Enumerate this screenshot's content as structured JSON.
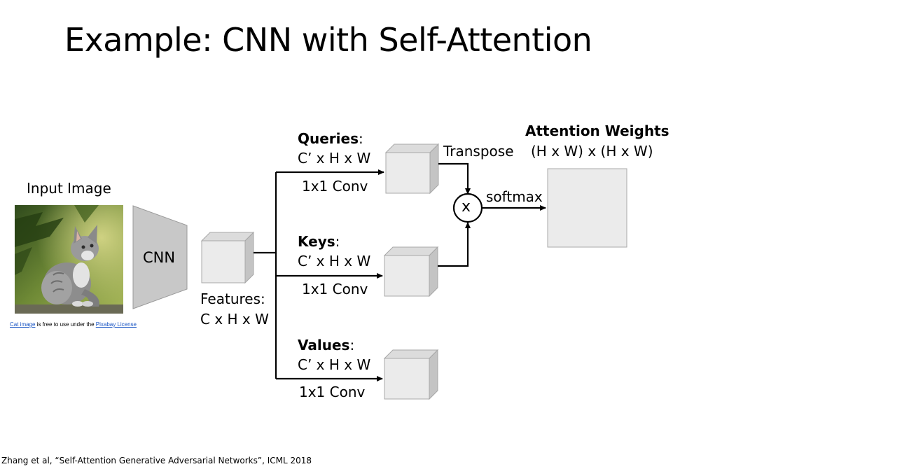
{
  "title": "Example: CNN with Self-Attention",
  "input": {
    "label": "Input Image",
    "credit_link": "Cat image",
    "credit_middle": " is free to use under the ",
    "credit_license": "Pixabay License"
  },
  "cnn": {
    "label": "CNN"
  },
  "features": {
    "line1": "Features:",
    "line2": "C x H x W"
  },
  "queries": {
    "name": "Queries",
    "colon": ":",
    "dims": "C’ x H x W",
    "conv": "1x1 Conv"
  },
  "keys": {
    "name": "Keys",
    "colon": ":",
    "dims": "C’ x H x W",
    "conv": "1x1 Conv"
  },
  "values": {
    "name": "Values",
    "colon": ":",
    "dims": "C’ x H x W",
    "conv": "1x1 Conv"
  },
  "transpose": "Transpose",
  "multiply_symbol": "x",
  "softmax": "softmax",
  "attention": {
    "title": "Attention Weights",
    "dims": "(H x W) x (H x W)"
  },
  "citation": "Zhang et al, “Self-Attention Generative Adversarial Networks”, ICML 2018",
  "colors": {
    "box_face": "#ebebeb",
    "box_side": "#c4c4c4",
    "box_top": "#dcdcdc",
    "box_stroke": "#a8a8a8",
    "cnn_fill": "#c8c8c8",
    "link": "#1a56c4"
  }
}
